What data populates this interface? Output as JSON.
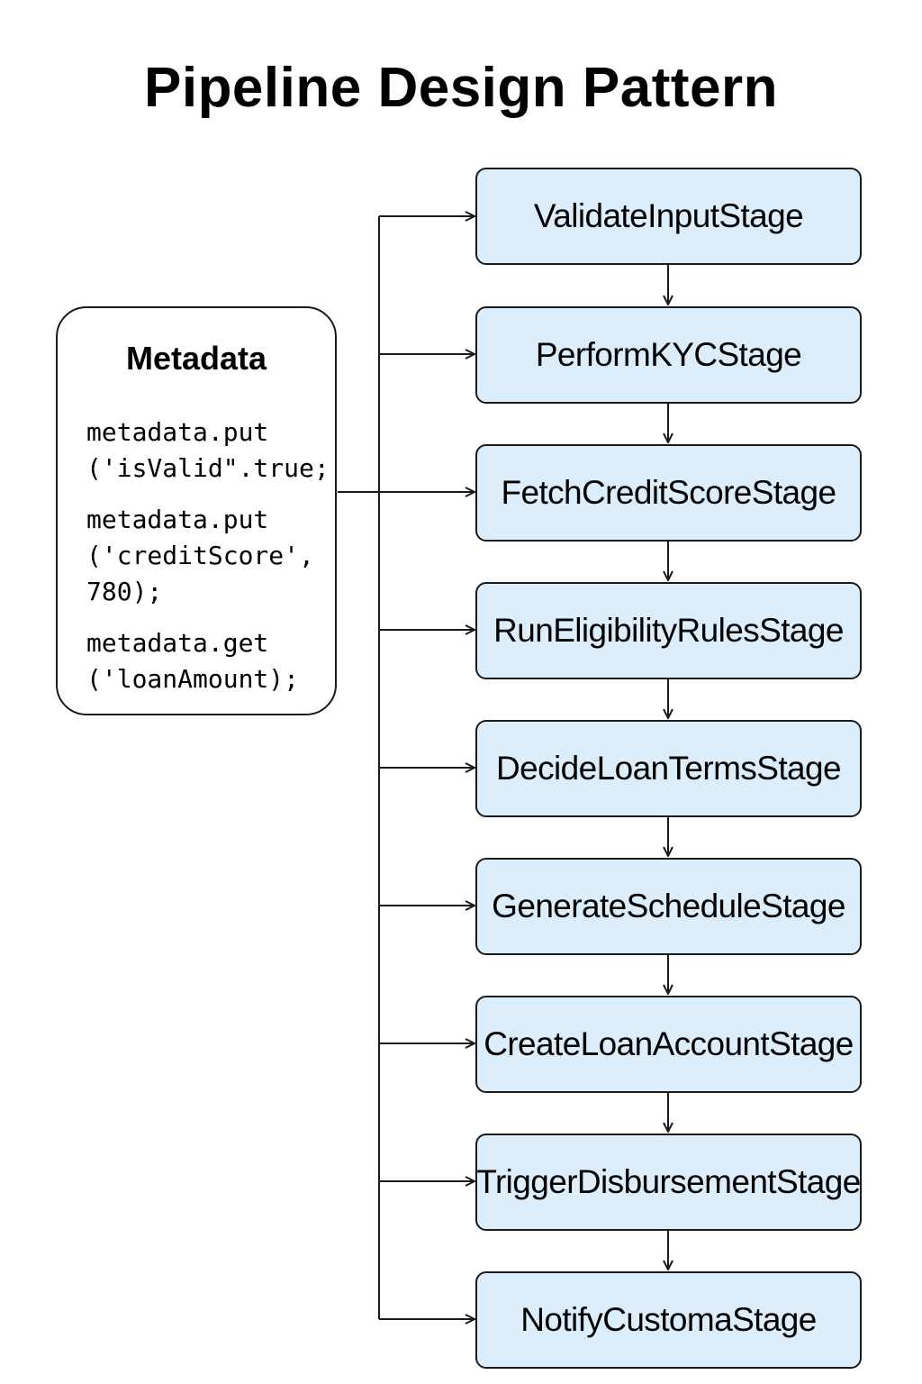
{
  "title": "Pipeline Design Pattern",
  "metadata": {
    "heading": "Metadata",
    "code_lines": [
      "metadata.put",
      "('isValid\".true;",
      "metadata.put",
      "('creditScore',",
      "780);",
      "metadata.get",
      "('loanAmount);"
    ]
  },
  "stages": [
    "ValidateInputStage",
    "PerformKYCStage",
    "FetchCreditScoreStage",
    "RunEligibilityRulesStage",
    "DecideLoanTermsStage",
    "GenerateScheduleStage",
    "CreateLoanAccountStage",
    "TriggerDisbursementStage",
    "NotifyCustomaStage"
  ],
  "colors": {
    "stage_fill": "#dcedfb",
    "stroke": "#1a1a1a"
  }
}
